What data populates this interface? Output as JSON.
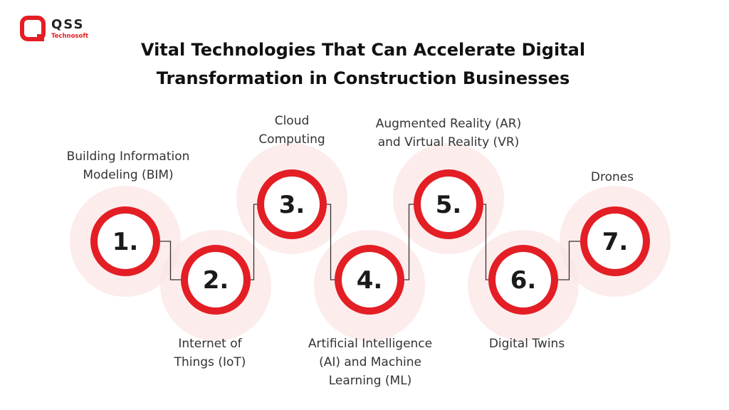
{
  "brand": {
    "name": "QSS",
    "subtitle": "Technosoft",
    "accent_color": "#e31e24"
  },
  "title": {
    "line1": "Vital Technologies That Can Accelerate Digital",
    "line2": "Transformation in Construction Businesses"
  },
  "colors": {
    "ring": "#e31e24",
    "halo": "#fbe6e6",
    "connector": "#333333",
    "text": "#333333"
  },
  "steps": [
    {
      "number": "1.",
      "lines": [
        "Building Information",
        "Modeling (BIM)"
      ]
    },
    {
      "number": "2.",
      "lines": [
        "Internet of",
        "Things (IoT)"
      ]
    },
    {
      "number": "3.",
      "lines": [
        "Cloud",
        "Computing"
      ]
    },
    {
      "number": "4.",
      "lines": [
        "Artificial Intelligence",
        "(AI) and Machine",
        "Learning (ML)"
      ]
    },
    {
      "number": "5.",
      "lines": [
        "Augmented Reality (AR)",
        "and Virtual Reality (VR)"
      ]
    },
    {
      "number": "6.",
      "lines": [
        "Digital Twins"
      ]
    },
    {
      "number": "7.",
      "lines": [
        "Drones"
      ]
    }
  ]
}
